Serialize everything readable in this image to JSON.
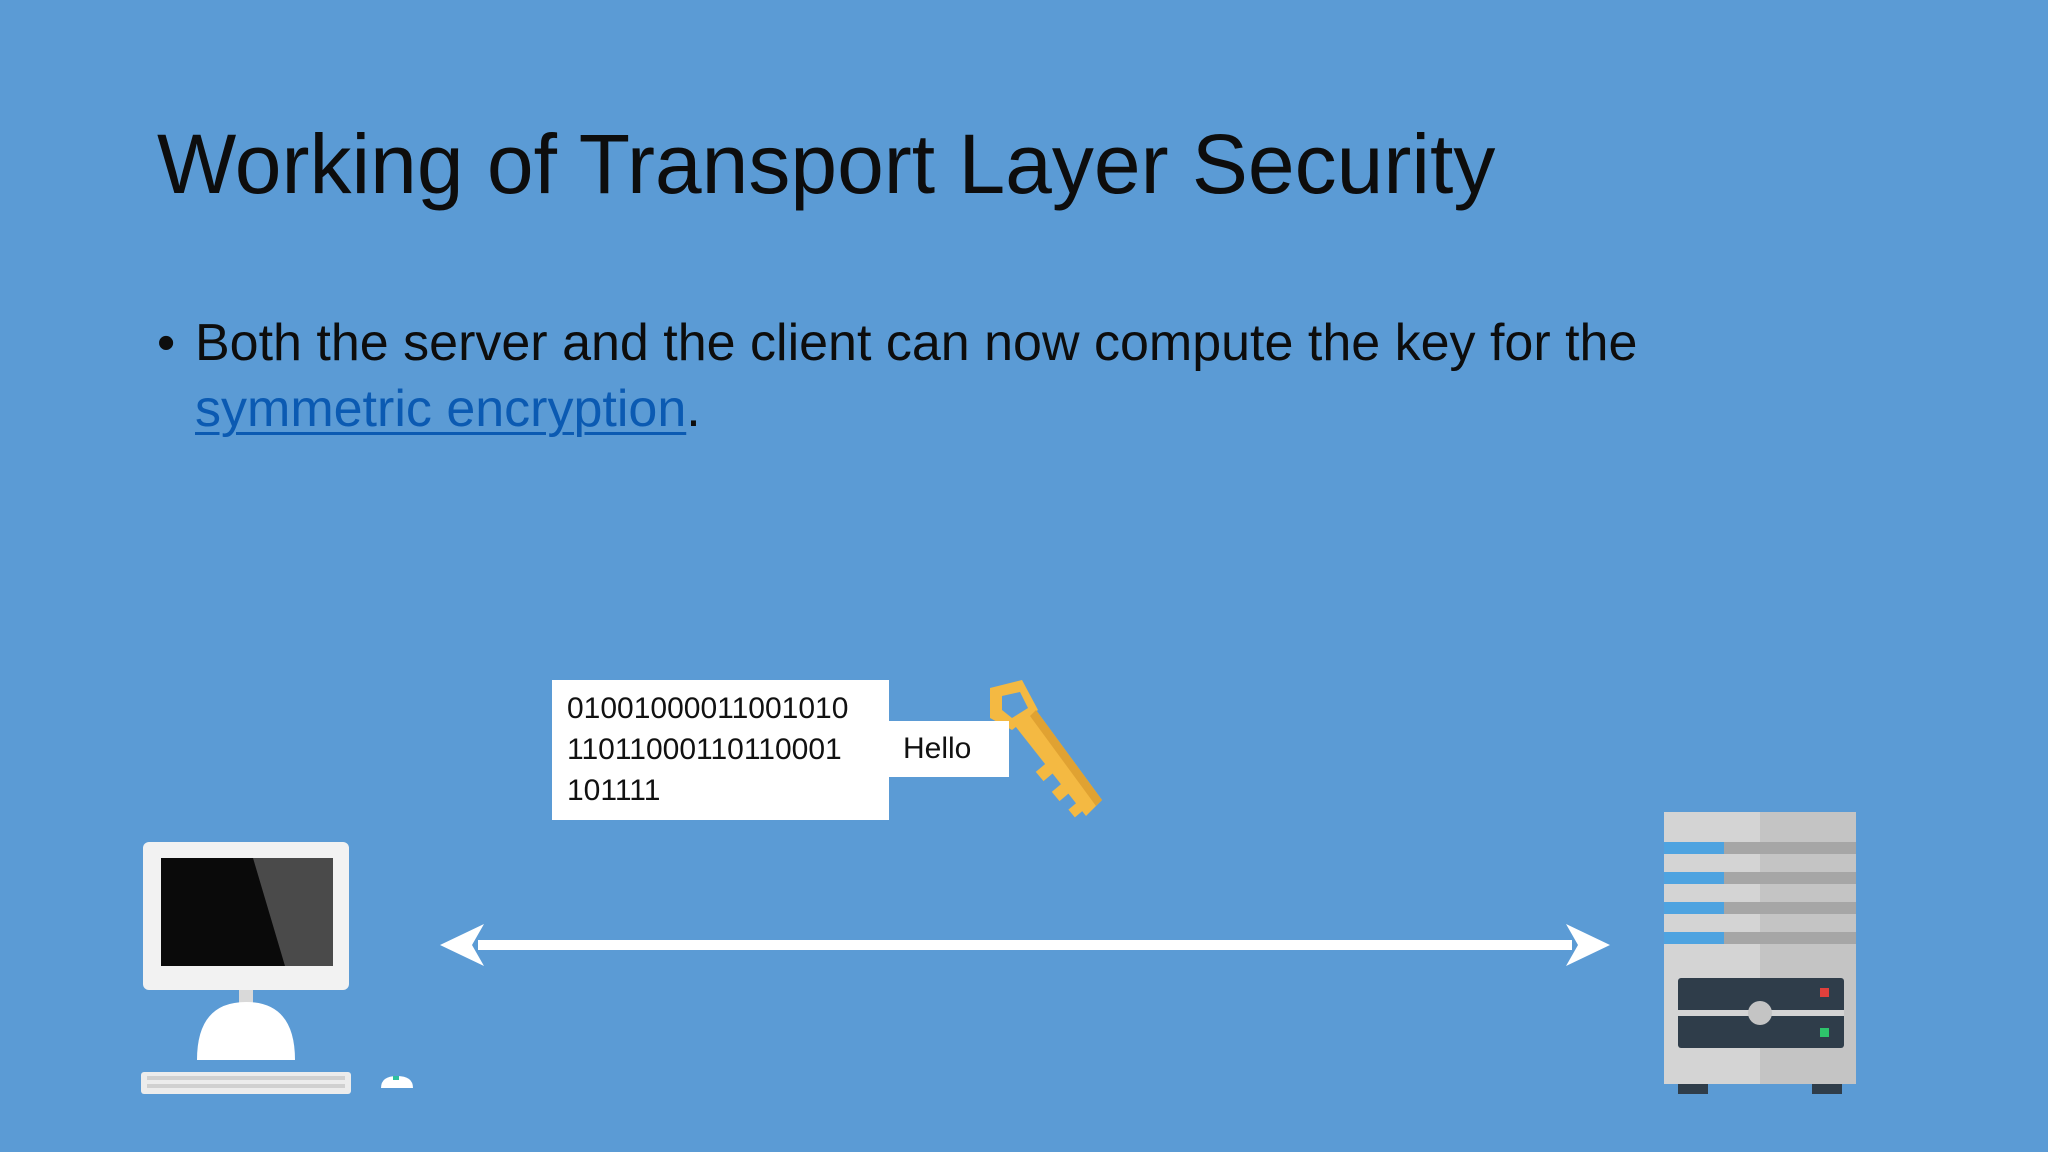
{
  "slide": {
    "title": "Working of Transport Layer Security",
    "bullet": {
      "marker": "•",
      "text_before_link": "Both the server and the client can now compute the key for the ",
      "link_text": "symmetric encryption",
      "text_after_link": "."
    }
  },
  "diagram": {
    "binary_lines": [
      "01001000011001010",
      "11011000110110001",
      "101111"
    ],
    "hello_label": "Hello",
    "icons": {
      "key": "key-icon",
      "client": "desktop-computer-icon",
      "server": "server-tower-icon",
      "arrow": "double-headed-arrow"
    }
  },
  "colors": {
    "background": "#5b9bd5",
    "link": "#0b5ab2",
    "key": "#f4b942",
    "server_light_stripe": "#4ea3e0"
  }
}
